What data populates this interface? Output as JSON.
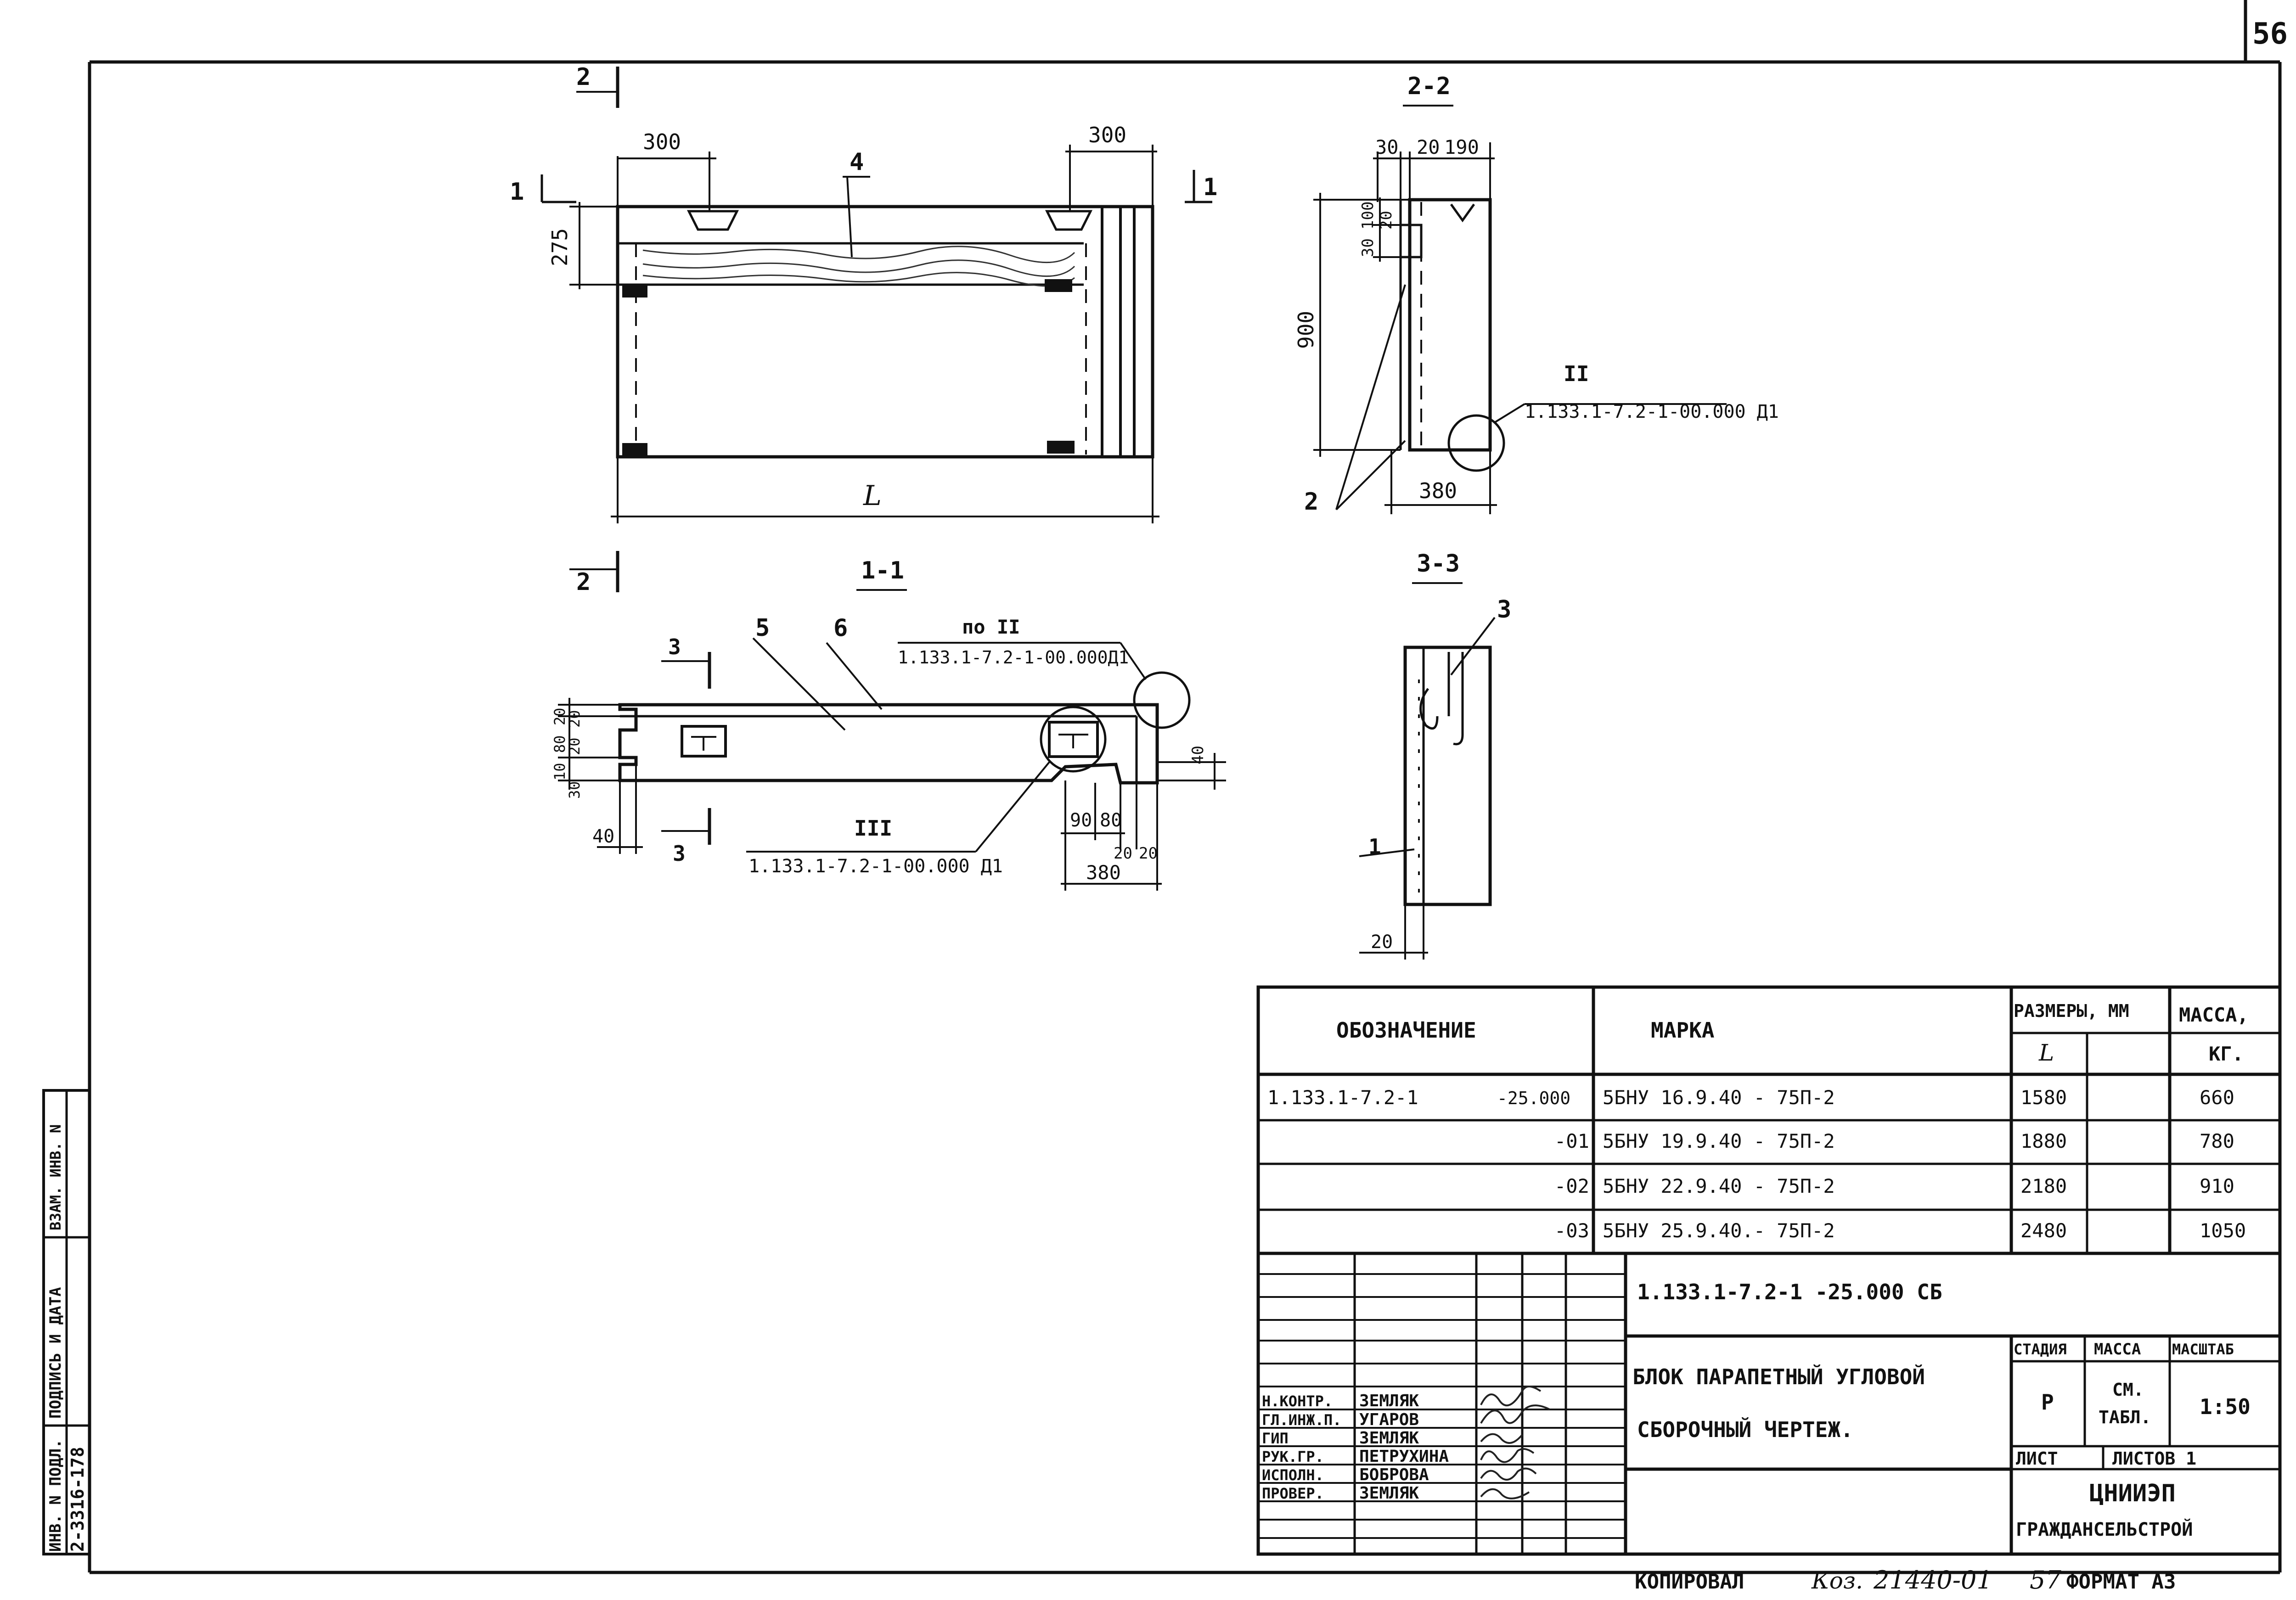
{
  "sheet": {
    "number": "56"
  },
  "plan_view": {
    "dim_top_left": "300",
    "dim_top_right": "300",
    "dim_left": "275",
    "dim_length": "L",
    "leader_4": "4",
    "section_1_left": "1",
    "section_1_right": "1",
    "section_2_top": "2",
    "section_2_bottom": "2"
  },
  "section_2_2": {
    "title": "2-2",
    "dim_30": "30",
    "dim_20": "20",
    "dim_190": "190",
    "dim_100": "100",
    "dim_20b": "20",
    "dim_30b": "30",
    "dim_900": "900",
    "dim_380": "380",
    "callout_ii": "II",
    "callout_ref": "1.133.1-7.2-1-00.000 Д1",
    "leader_2": "2"
  },
  "section_1_1": {
    "title": "1-1",
    "po_label": "по II",
    "po_ref": "1.133.1-7.2-1-00.000Д1",
    "leader_5": "5",
    "leader_6": "6",
    "callout_iii": "III",
    "callout_iii_ref": "1.133.1-7.2-1-00.000 Д1",
    "section_3_top": "3",
    "section_3_bottom": "3",
    "dim_20a": "20",
    "dim_80": "80",
    "dim_20b": "20",
    "dim_10": "10",
    "dim_20c": "20",
    "dim_30": "30",
    "dim_40": "40",
    "dim_90": "90",
    "dim_80b": "80",
    "dim_20d": "20",
    "dim_20e": "20",
    "dim_380": "380",
    "dim_40r": "40"
  },
  "section_3_3": {
    "title": "3-3",
    "leader_3": "3",
    "leader_1": "1",
    "dim_20": "20"
  },
  "spec_table": {
    "headers": {
      "designation": "ОБОЗНАЧЕНИЕ",
      "mark": "МАРКА",
      "dimensions": "РАЗМЕРЫ, ММ",
      "dim_sub": "L",
      "mass": "МАССА,",
      "mass_unit": "КГ."
    },
    "rows": [
      {
        "designation": "1.133.1-7.2-1",
        "suffix": "-25.000",
        "mark": "5БНУ 16.9.40 - 75П-2",
        "length": "1580",
        "mass": "660"
      },
      {
        "designation": "",
        "suffix": "-01",
        "mark": "5БНУ 19.9.40 - 75П-2",
        "length": "1880",
        "mass": "780"
      },
      {
        "designation": "",
        "suffix": "-02",
        "mark": "5БНУ 22.9.40 - 75П-2",
        "length": "2180",
        "mass": "910"
      },
      {
        "designation": "",
        "suffix": "-03",
        "mark": "5БНУ 25.9.40.- 75П-2",
        "length": "2480",
        "mass": "1050"
      }
    ]
  },
  "title_block": {
    "doc_code": "1.133.1-7.2-1 -25.000 СБ",
    "title_line1": "БЛОК ПАРАПЕТНЫЙ УГЛОВОЙ",
    "title_line2": "СБОРОЧНЫЙ ЧЕРТЕЖ.",
    "stage_label": "СТАДИЯ",
    "mass_label": "МАССА",
    "scale_label": "МАСШТАБ",
    "stage": "Р",
    "mass_line1": "СМ.",
    "mass_line2": "ТАБЛ.",
    "scale": "1:50",
    "sheet_label": "ЛИСТ",
    "sheets_label": "ЛИСТОВ 1",
    "org_line1": "ЦНИИЭП",
    "org_line2": "ГРАЖДАНСЕЛЬСТРОЙ",
    "people": [
      {
        "role": "Н.КОНТР.",
        "name": "ЗЕМЛЯК"
      },
      {
        "role": "ГЛ.ИНЖ.П.",
        "name": "УГАРОВ"
      },
      {
        "role": "ГИП",
        "name": "ЗЕМЛЯК"
      },
      {
        "role": "РУК.ГР.",
        "name": "ПЕТРУХИНА"
      },
      {
        "role": "ИСПОЛН.",
        "name": "БОБРОВА"
      },
      {
        "role": "ПРОВЕР.",
        "name": "ЗЕМЛЯК"
      }
    ]
  },
  "side_stamp": {
    "inv_label": "ИНВ. N ПОДЛ.",
    "inv_value": "2-3316-178",
    "sign_label": "ПОДПИСЬ И ДАТА",
    "vzam_label": "ВЗАМ. ИНВ. N"
  },
  "footer": {
    "copied": "КОПИРОВАЛ",
    "copied_hand": "Коз.",
    "code": "21440-01",
    "page": "57",
    "format": "ФОРМАТ А3"
  }
}
